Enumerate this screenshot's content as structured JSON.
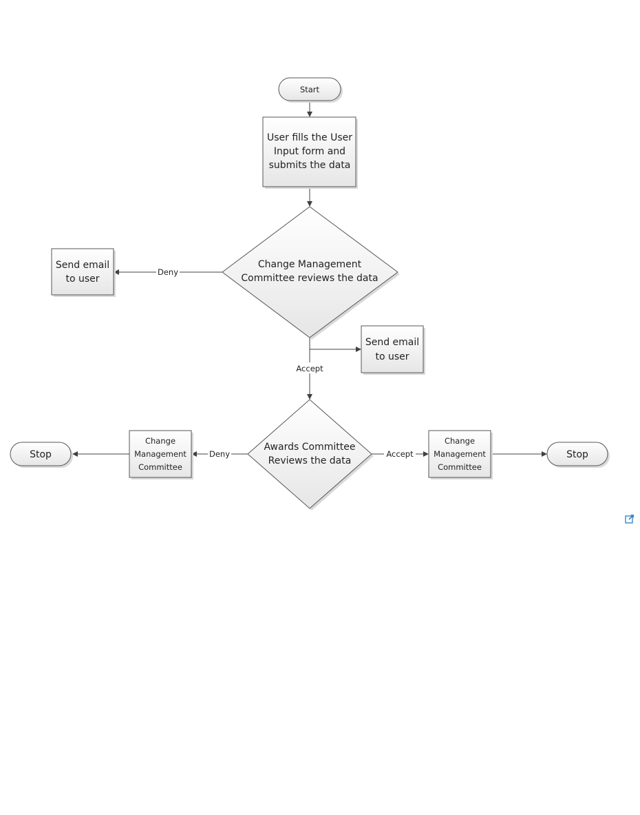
{
  "nodes": {
    "start": "Start",
    "user_fills": [
      "User fills the User",
      "Input form and",
      "submits the data"
    ],
    "cmc_review": [
      "Change Management",
      "Committee reviews the data"
    ],
    "send_email_left": [
      "Send email",
      "to user"
    ],
    "send_email_right": [
      "Send email",
      "to user"
    ],
    "awards_review": [
      "Awards Committee",
      "Reviews the data"
    ],
    "cm_left": [
      "Change",
      "Management",
      "Committee"
    ],
    "cm_right": [
      "Change",
      "Management",
      "Committee"
    ],
    "stop_left": "Stop",
    "stop_right": "Stop"
  },
  "edges": {
    "deny_top": "Deny",
    "accept_mid": "Accept",
    "deny_bottom": "Deny",
    "accept_bottom": "Accept"
  },
  "icons": {
    "popout": "external-link-icon"
  },
  "colors": {
    "stroke": "#555555",
    "connector": "#404040",
    "fill_top": "#ffffff",
    "fill_bottom": "#e6e6e6",
    "icon": "#3a86c8"
  }
}
